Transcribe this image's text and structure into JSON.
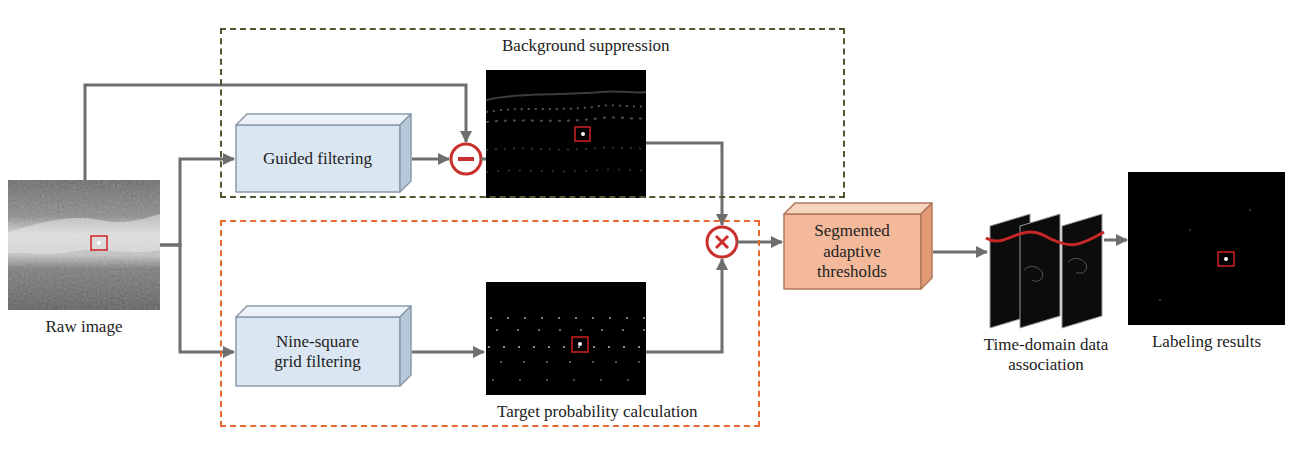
{
  "diagram": {
    "nodes": [
      {
        "text": [
          "Raw image"
        ]
      },
      {
        "text": [
          "Background suppression"
        ]
      },
      {
        "text": [
          "Guided filtering"
        ],
        "in": 1
      },
      {
        "text": [
          "Target probability calculation"
        ]
      },
      {
        "text": [
          "Nine-square grid filtering"
        ],
        "in": 3
      },
      {
        "text": [
          "Segmented adaptive thresholds"
        ]
      },
      {
        "text": [
          "Time-domain data association"
        ]
      },
      {
        "text": [
          "Labeling results"
        ]
      }
    ],
    "edges": [
      {
        "from": 0,
        "to": 2,
        "arrow": "to"
      },
      {
        "from": 0,
        "to": 4,
        "arrow": "to"
      },
      {
        "from": 5,
        "to": 6,
        "arrow": "to"
      },
      {
        "from": 6,
        "to": 7,
        "arrow": "to"
      }
    ]
  }
}
